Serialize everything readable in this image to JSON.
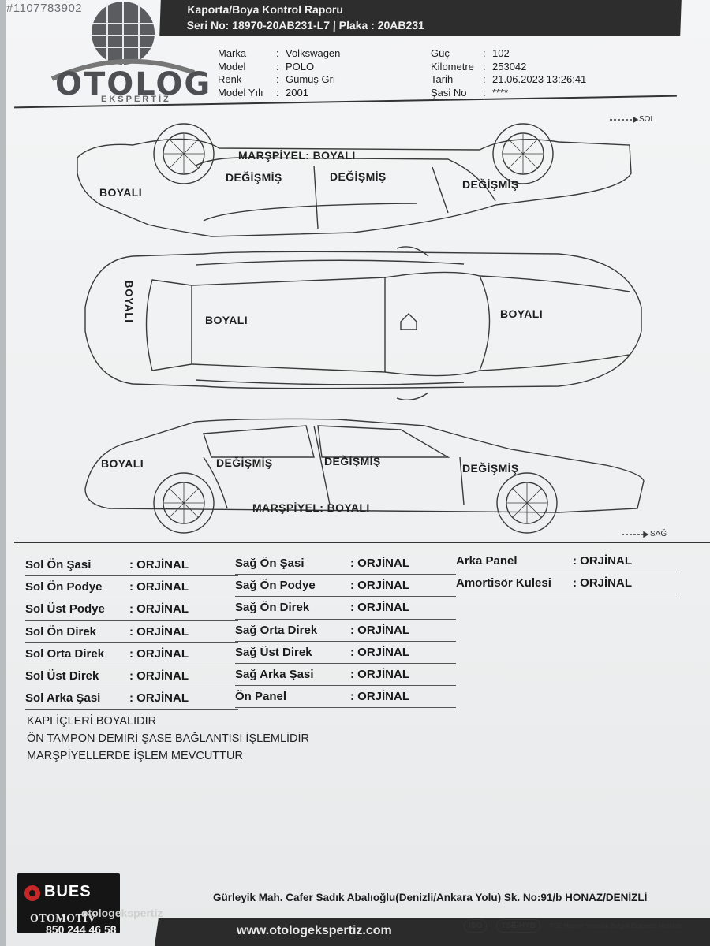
{
  "watermark_id": "#1107783902",
  "header": {
    "title": "Kaporta/Boya Kontrol Raporu",
    "serial_line": "Seri No: 18970-20AB231-L7 | Plaka : 20AB231",
    "logo_main": "OTOLOG",
    "logo_sub": "EKSPERTİZ"
  },
  "vehicle": {
    "left": [
      {
        "label": "Marka",
        "value": "Volkswagen"
      },
      {
        "label": "Model",
        "value": "POLO"
      },
      {
        "label": "Renk",
        "value": "Gümüş Gri"
      },
      {
        "label": "Model Yılı",
        "value": "2001"
      }
    ],
    "right": [
      {
        "label": "Güç",
        "value": "102"
      },
      {
        "label": "Kilometre",
        "value": "253042"
      },
      {
        "label": "Tarih",
        "value": "21.06.2023 13:26:41"
      },
      {
        "label": "Şasi No",
        "value": "****"
      }
    ],
    "separator": ":"
  },
  "diagram": {
    "dir_left": "SOL",
    "dir_right": "SAĞ",
    "left_side": {
      "marspiyel": "MARŞPİYEL: BOYALI",
      "front_fender": "BOYALI",
      "front_door": "DEĞİŞMİŞ",
      "rear_door": "DEĞİŞMİŞ",
      "rear_fender": "DEĞİŞMİŞ"
    },
    "top": {
      "trunk": "BOYALI",
      "roof": "BOYALI",
      "hood": "BOYALI"
    },
    "right_side": {
      "marspiyel": "MARŞPİYEL: BOYALI",
      "rear_fender": "BOYALI",
      "rear_door": "DEĞİŞMİŞ",
      "front_door": "DEĞİŞMİŞ",
      "front_fender": "DEĞİŞMİŞ"
    }
  },
  "structure": {
    "col1": [
      {
        "part": "Sol Ön Şasi",
        "status": ": ORJİNAL"
      },
      {
        "part": "Sol Ön Podye",
        "status": ": ORJİNAL"
      },
      {
        "part": "Sol Üst Podye",
        "status": ": ORJİNAL"
      },
      {
        "part": "Sol Ön Direk",
        "status": ": ORJİNAL"
      },
      {
        "part": "Sol Orta Direk",
        "status": ": ORJİNAL"
      },
      {
        "part": "Sol Üst Direk",
        "status": ": ORJİNAL"
      },
      {
        "part": "Sol Arka Şasi",
        "status": ": ORJİNAL"
      }
    ],
    "col2": [
      {
        "part": "Sağ Ön Şasi",
        "status": ": ORJİNAL"
      },
      {
        "part": "Sağ Ön Podye",
        "status": ": ORJİNAL"
      },
      {
        "part": "Sağ Ön Direk",
        "status": ": ORJİNAL"
      },
      {
        "part": "Sağ Orta Direk",
        "status": ": ORJİNAL"
      },
      {
        "part": "Sağ Üst Direk",
        "status": ": ORJİNAL"
      },
      {
        "part": "Sağ Arka Şasi",
        "status": ": ORJİNAL"
      },
      {
        "part": "Ön Panel",
        "status": ": ORJİNAL"
      }
    ],
    "col3": [
      {
        "part": "Arka Panel",
        "status": ": ORJİNAL"
      },
      {
        "part": "Amortisör Kulesi",
        "status": ": ORJİNAL"
      }
    ]
  },
  "notes": [
    "KAPI İÇLERİ BOYALIDIR",
    "ÖN TAMPON DEMİRİ ŞASE BAĞLANTISI İŞLEMLİDİR",
    "MARŞPİYELLERDE İŞLEM MEVCUTTUR"
  ],
  "footer": {
    "address": "Gürleyik Mah. Cafer Sadık Abalıoğlu(Denizli/Ankara Yolu) Sk. No:91/b HONAZ/DENİZLİ",
    "website": "www.otologekspertiz.com",
    "brand": "otologekspertiz",
    "phone": "850 244 46 58",
    "dealer_name": "BUES",
    "dealer_sub": "OTOMOTİV",
    "cert_iso": "ISO",
    "cert_tse": "TSE-HYB",
    "cert_text": "TSE Hizmet Yeterlilik Belgeli Ekspertiz Merkezi"
  }
}
